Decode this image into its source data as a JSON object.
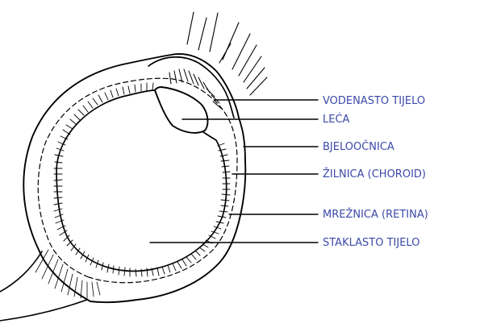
{
  "labels": [
    {
      "text": "VODENASTO TIJELO"
    },
    {
      "text": "LEĆA"
    },
    {
      "text": "BJELOOČNICA"
    },
    {
      "text": "ŽILNICA (CHOROID)"
    },
    {
      "text": "MREŽNICA (RETINA)"
    },
    {
      "text": "STAKLASTO TIJELO"
    }
  ],
  "colors": {
    "line": "#000000",
    "label": "#3c49a8",
    "background": "#ffffff"
  }
}
